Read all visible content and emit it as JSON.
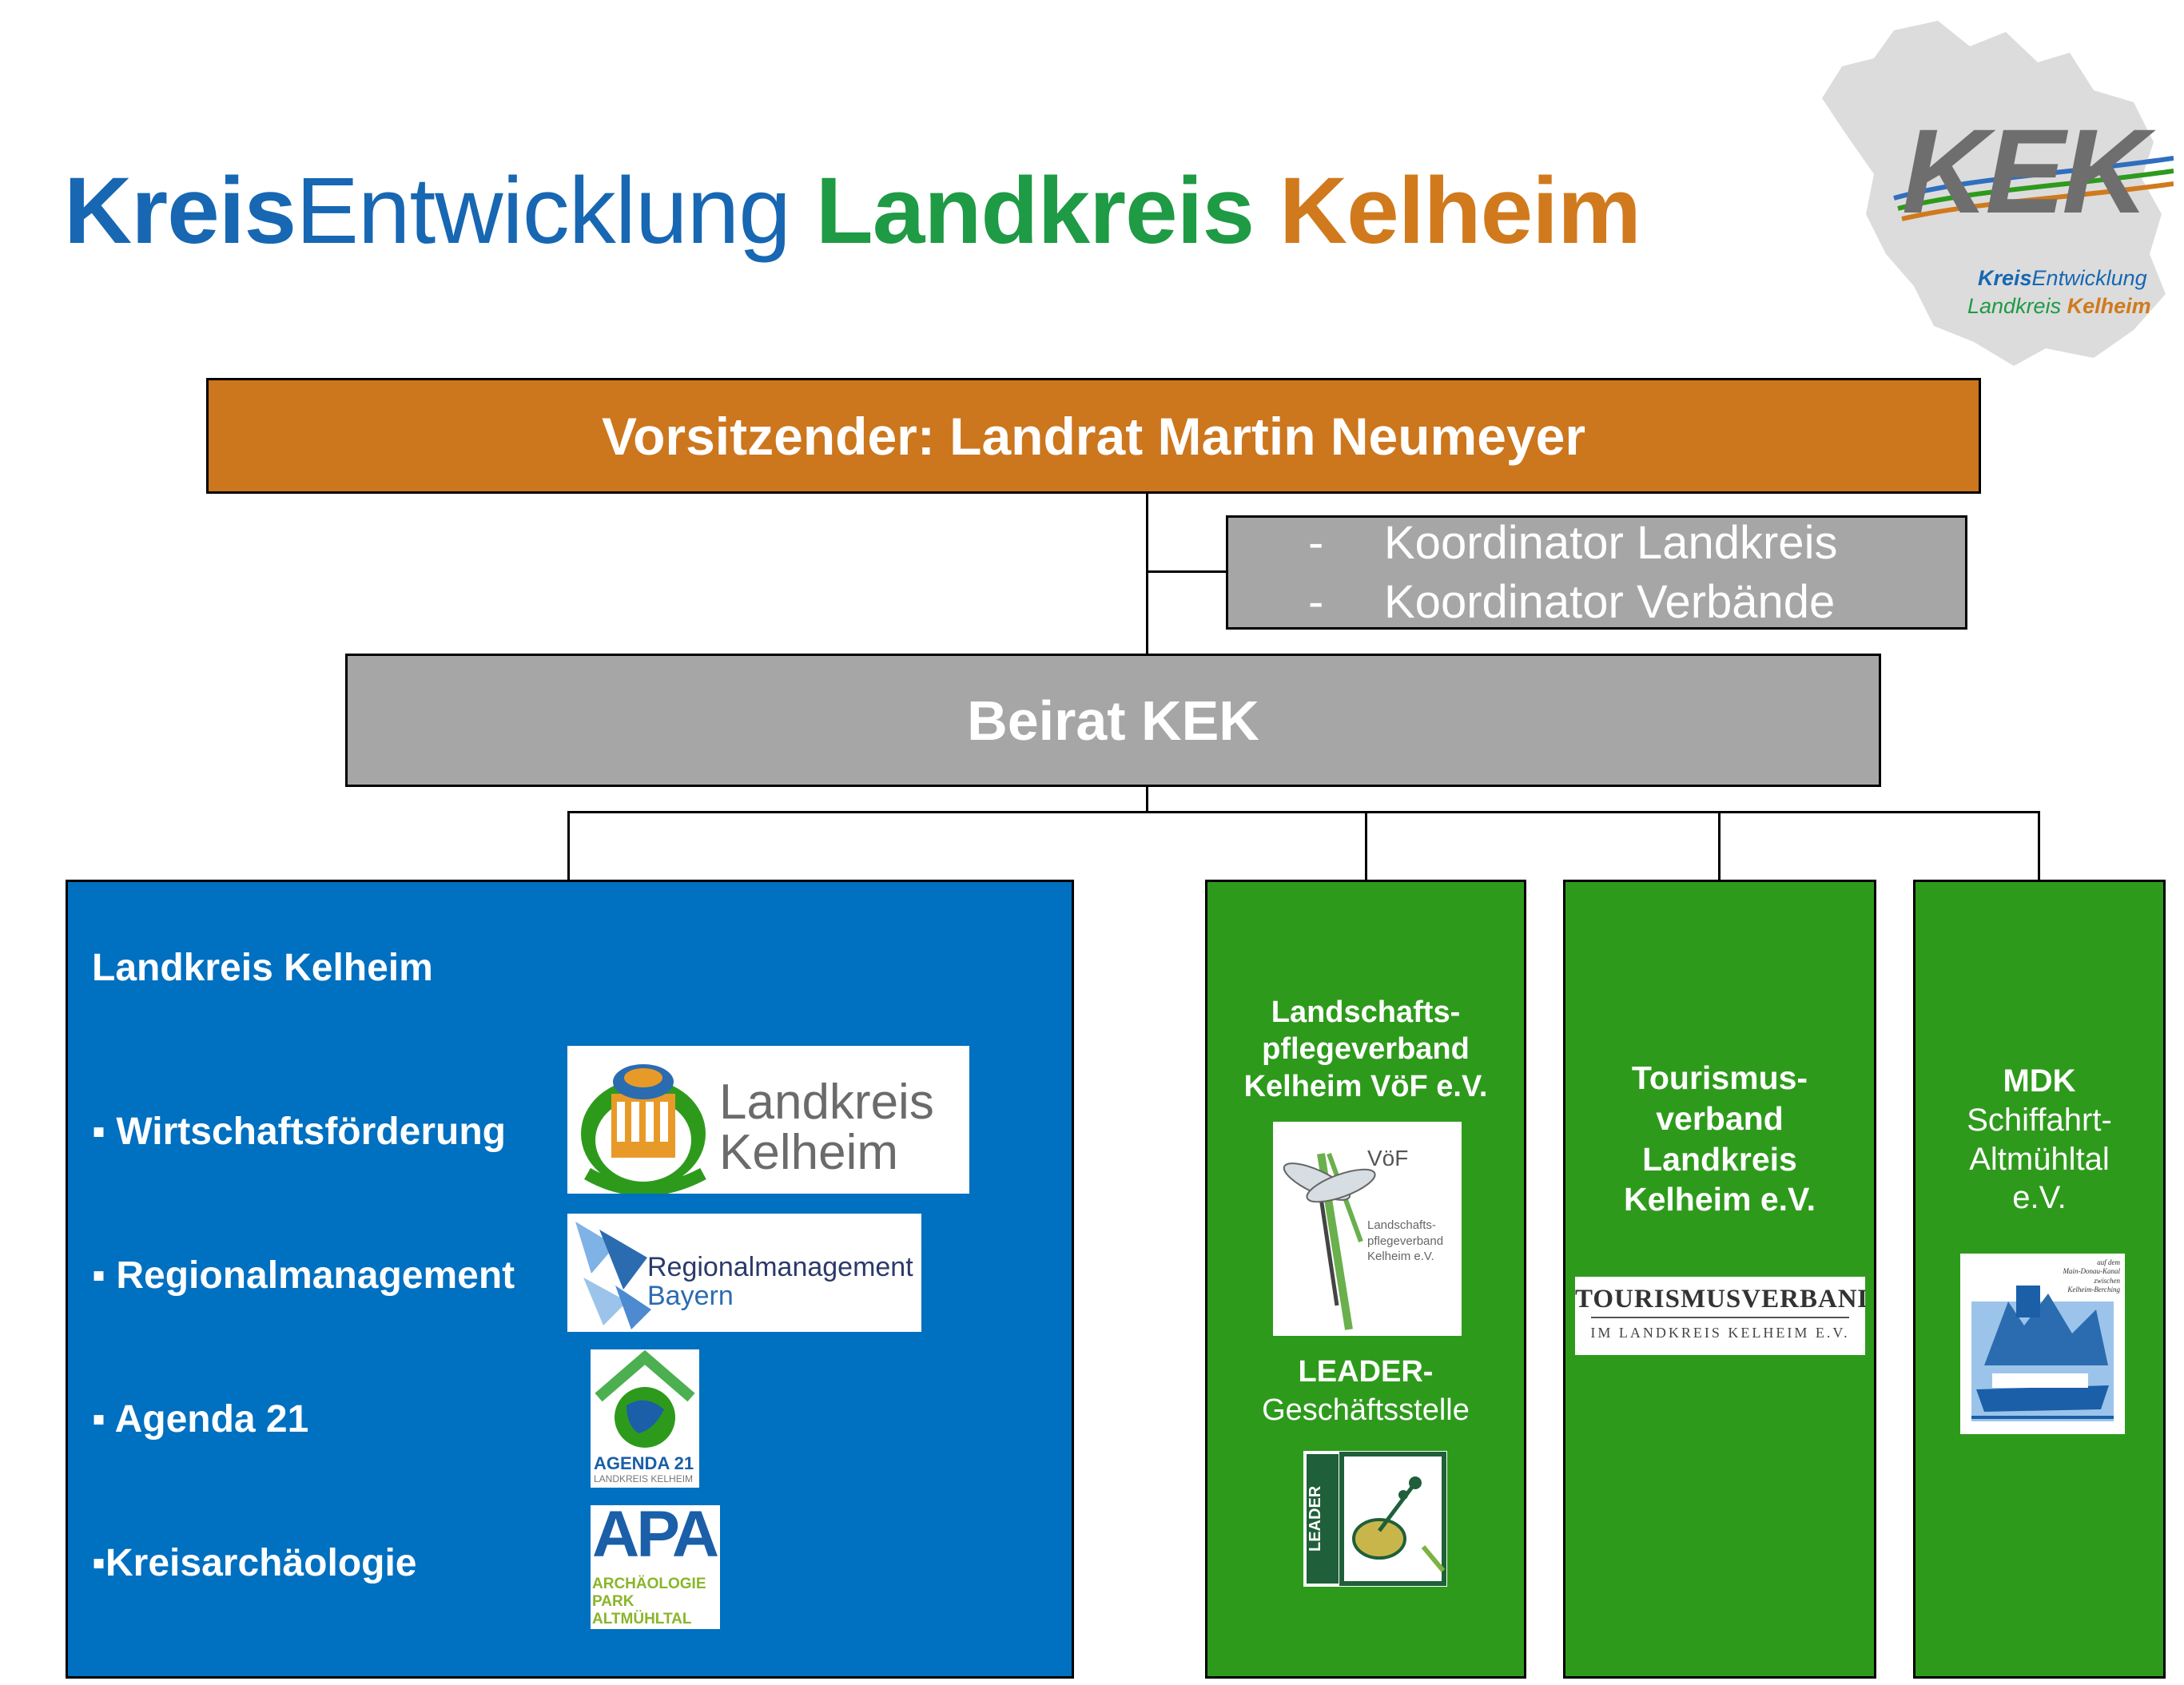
{
  "title": {
    "part1": "Kreis",
    "part2": "Entwicklung",
    "part3": "Landkreis",
    "part4": "Kelheim"
  },
  "kek_logo": {
    "mark": "KEK",
    "sub_line1_a": "Kreis",
    "sub_line1_b": "Entwicklung",
    "sub_line2_a": "Landkreis ",
    "sub_line2_b": "Kelheim"
  },
  "chair": {
    "label": "Vorsitzender: Landrat Martin Neumeyer"
  },
  "coordinators": {
    "items": [
      {
        "dash": "-",
        "label": "Koordinator Landkreis"
      },
      {
        "dash": "-",
        "label": "Koordinator Verbände"
      }
    ]
  },
  "beirat": {
    "label": "Beirat KEK"
  },
  "landkreis": {
    "heading": "Landkreis Kelheim",
    "items": [
      {
        "bullet": "▪",
        "label": "Wirtschaftsförderung"
      },
      {
        "bullet": "▪",
        "label": "Regionalmanagement"
      },
      {
        "bullet": "▪",
        "label": "Agenda 21"
      },
      {
        "bullet": "▪",
        "label": "Kreisarchäologie"
      }
    ],
    "logos": {
      "landkreis_line1": "Landkreis",
      "landkreis_line2": "Kelheim",
      "regional_line1": "Regionalmanagement",
      "regional_line2": "Bayern",
      "agenda_line1": "AGENDA 21",
      "agenda_line2": "LANDKREIS KELHEIM",
      "apa_mark": "APA",
      "apa_line1": "ARCHÄOLOGIE",
      "apa_line2": "PARK",
      "apa_line3": "ALTMÜHLTAL"
    }
  },
  "lpv": {
    "heading_line1": "Landschafts-",
    "heading_line2": "pflegeverband",
    "heading_line3": "Kelheim VöF e.V.",
    "logo_mark": "VöF",
    "logo_line1": "Landschafts-",
    "logo_line2": "pflegeverband",
    "logo_line3": "Kelheim e.V.",
    "leader_bold": "LEADER-",
    "leader_normal": "Geschäftsstelle",
    "leader_logo": "LEADER"
  },
  "tourismus": {
    "heading_line1": "Tourismus-",
    "heading_line2": "verband",
    "heading_line3": "Landkreis",
    "heading_line4": "Kelheim e.V.",
    "logo_line1": "TOURISMUSVERBAND",
    "logo_line2": "IM LANDKREIS KELHEIM E.V."
  },
  "mdk": {
    "heading_bold": "MDK",
    "line1": "Schiffahrt-",
    "line2": "Altmühltal",
    "line3": "e.V.",
    "logo_line1": "auf dem",
    "logo_line2": "Main-Donau-Kanal",
    "logo_line3": "zwischen",
    "logo_line4": "Kelheim-Berching"
  }
}
